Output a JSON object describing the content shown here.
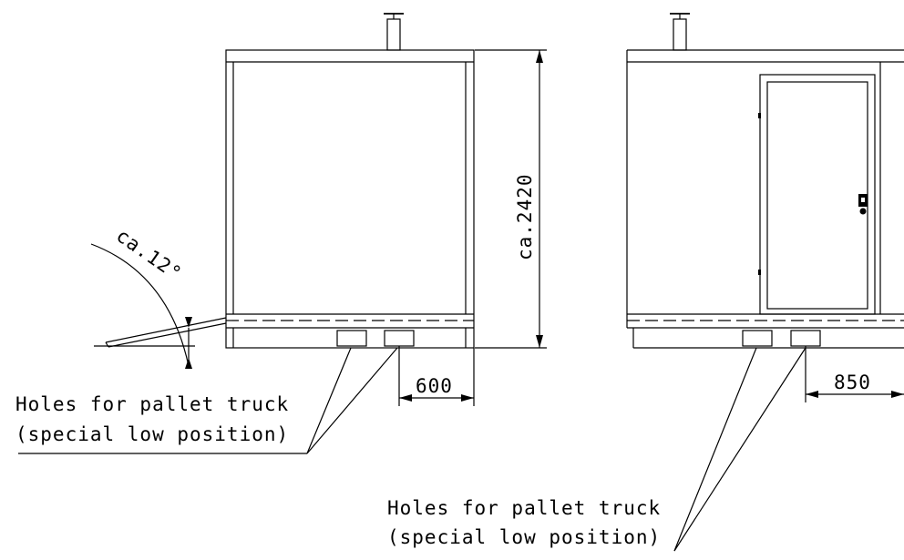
{
  "left_view": {
    "height_dim": "ca.2420",
    "width_dim": "600",
    "angle_label": "ca.12°",
    "note_line1": "Holes for pallet truck",
    "note_line2": "(special low position)"
  },
  "right_view": {
    "width_dim": "850",
    "note_line1": "Holes for pallet truck",
    "note_line2": "(special low position)"
  }
}
